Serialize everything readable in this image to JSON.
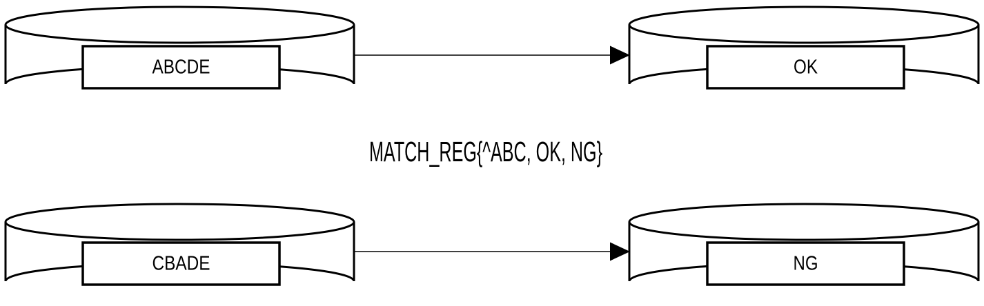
{
  "diagram": {
    "relation_label": "MATCH_REG{^ABC, OK, NG}",
    "colors": {
      "line": "#000000",
      "background": "#ffffff"
    },
    "flows": [
      {
        "source_label": "ABCDE",
        "target_label": "OK"
      },
      {
        "source_label": "CBADE",
        "target_label": "NG"
      }
    ]
  }
}
